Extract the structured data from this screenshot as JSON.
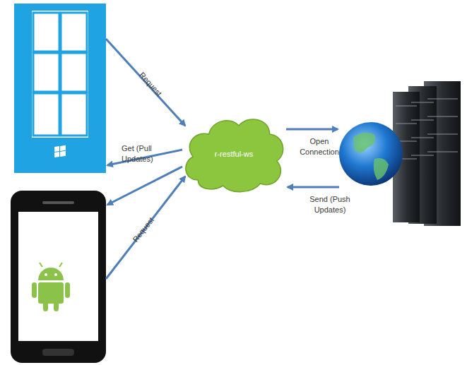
{
  "diagram": {
    "nodes": [
      {
        "text": [
          "r-restful-ws"
        ]
      }
    ],
    "labels": [
      "Request",
      "Get (Pull Updates)",
      "Open Connection",
      "Send (Push Updates)",
      "Request"
    ]
  }
}
